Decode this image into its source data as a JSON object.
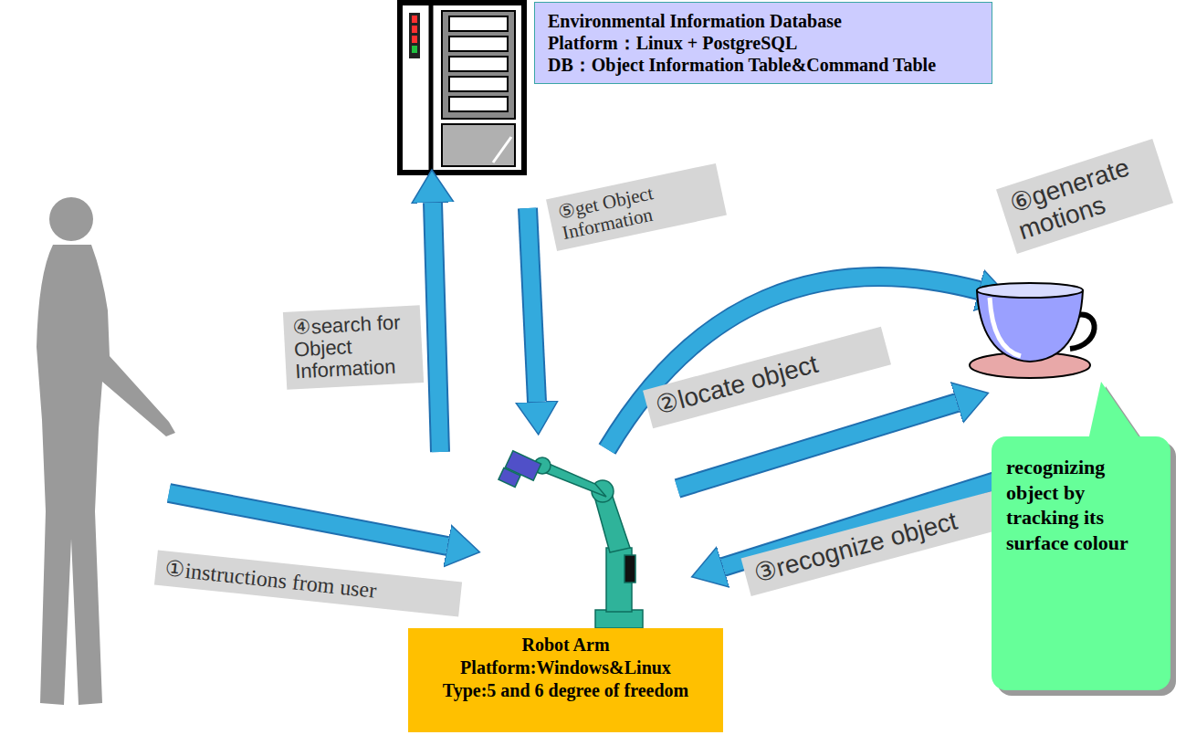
{
  "diagram": {
    "nodes": [
      {
        "text": [
          "Environmental Information Database",
          "Platform：Linux + PostgreSQL",
          "DB：Object Information Table&Command Table"
        ]
      },
      {
        "text": [
          "⑤get Object Information"
        ]
      },
      {
        "text": [
          "⑥generate motions"
        ]
      },
      {
        "text": [
          "④search for Object Information"
        ]
      },
      {
        "text": [
          "②locate object"
        ]
      },
      {
        "text": [
          "③recognize object"
        ]
      },
      {
        "text": [
          "①instructions from user"
        ]
      },
      {
        "text": [
          "recognizing object by tracking its surface colour"
        ]
      },
      {
        "text": [
          "Robot Arm",
          "Platform:Windows&Linux",
          "Type:5 and 6 degree of freedom"
        ]
      }
    ]
  }
}
